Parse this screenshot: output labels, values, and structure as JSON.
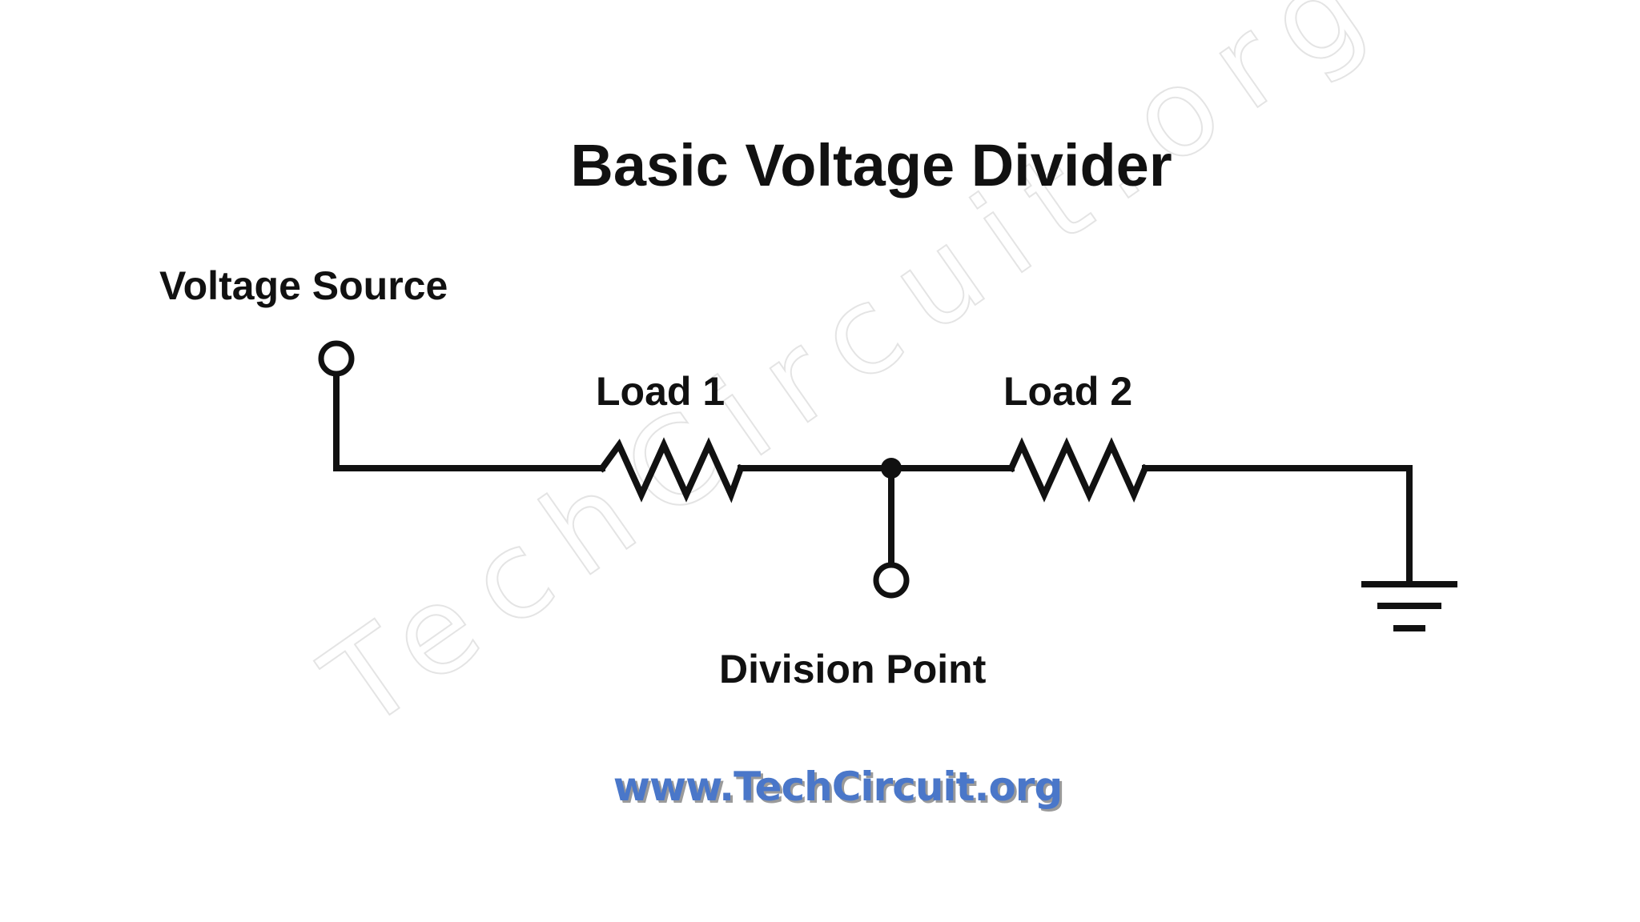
{
  "diagram": {
    "title": "Basic Voltage Divider",
    "labels": {
      "voltage_source": "Voltage Source",
      "load_1": "Load 1",
      "load_2": "Load 2",
      "division_point": "Division Point"
    },
    "watermark": "TechCircuit.org",
    "website": "www.TechCircuit.org",
    "colors": {
      "line": "#111111",
      "website": "#4a77c9",
      "website_shadow": "#9a9a9a",
      "watermark": "#e4e4e4"
    },
    "icons": {
      "source_terminal": "open-circle-terminal",
      "division_terminal": "open-circle-terminal",
      "junction": "filled-node-dot",
      "ground": "ground-symbol",
      "load_1": "resistor-zigzag",
      "load_2": "resistor-zigzag"
    }
  }
}
